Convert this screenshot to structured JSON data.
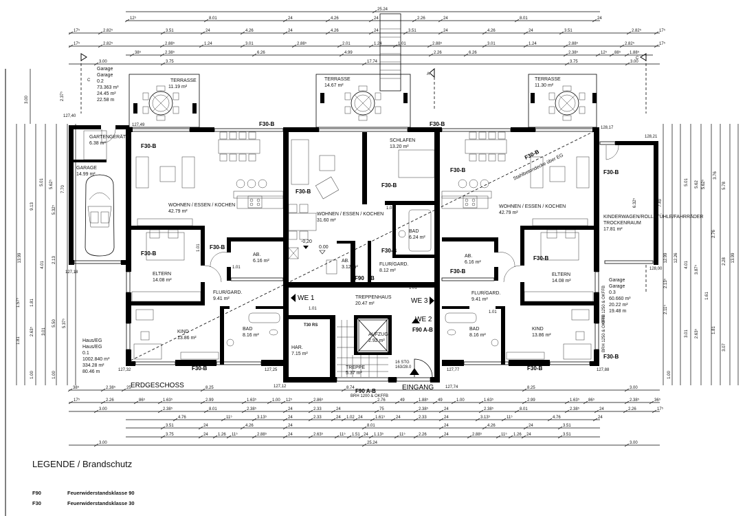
{
  "plan": {
    "floor_title": "ERDGESCHOSS",
    "entrance": "EINGANG",
    "slab_note": "Stahlbetondecke über EG",
    "window_note": "BRH 1200 & OKFFB",
    "window_note_right": "BRH 1250 & OKFFB"
  },
  "rooms": {
    "left_wohnen": {
      "name": "WOHNEN / ESSEN / KOCHEN",
      "area": "42.79 m²"
    },
    "left_eltern": {
      "name": "ELTERN",
      "area": "14.08 m²"
    },
    "left_ab": {
      "name": "AB.",
      "area": "6.16 m²"
    },
    "left_flur": {
      "name": "FLUR/GARD.",
      "area": "9.41 m²"
    },
    "left_kind": {
      "name": "KIND",
      "area": "13.86 m²"
    },
    "left_bad": {
      "name": "BAD",
      "area": "8.16 m²"
    },
    "center_schlafen": {
      "name": "SCHLAFEN",
      "area": "13.20 m²"
    },
    "center_wohnen": {
      "name": "WOHNEN / ESSEN / KOCHEN",
      "area": "31.60 m²"
    },
    "center_bad": {
      "name": "BAD",
      "area": "6.24 m²"
    },
    "center_ab": {
      "name": "AB.",
      "area": "3.12 m²"
    },
    "center_flur": {
      "name": "FLUR/GARD.",
      "area": "8.12 m²"
    },
    "treppenhaus": {
      "name": "TREPPENHAUS",
      "area": "20.47 m²"
    },
    "har": {
      "name": "HAR.",
      "area": "7.15 m²"
    },
    "aufzug": {
      "name": "AUFZUG",
      "area": "2.92 m²"
    },
    "treppe": {
      "name": "TREPPE",
      "area": "5.37 m²"
    },
    "right_wohnen": {
      "name": "WOHNEN / ESSEN / KOCHEN",
      "area": "42.79 m²"
    },
    "right_ab": {
      "name": "AB.",
      "area": "6.16 m²"
    },
    "right_eltern": {
      "name": "ELTERN",
      "area": "14.08 m²"
    },
    "right_flur": {
      "name": "FLUR/GARD.",
      "area": "9.41 m²"
    },
    "right_bad": {
      "name": "BAD",
      "area": "8.16 m²"
    },
    "right_kind": {
      "name": "KIND",
      "area": "13.86 m²"
    },
    "gartengeraete": {
      "name": "GARTENGERÄTE",
      "area": "6.38 m²"
    },
    "garage": {
      "name": "GARAGE",
      "area": "14.99 m²"
    },
    "kinderwagen": {
      "name": "KINDERWAGEN/ROLLSTÜHLE/FAHRRÄDER",
      "name2": "TROCKENRAUM",
      "area": "17.81 m²"
    },
    "terrasse_left": {
      "name": "TERRASSE",
      "area": "11.19 m²"
    },
    "terrasse_center": {
      "name": "TERRASSE",
      "area": "14.67 m²"
    },
    "terrasse_right": {
      "name": "TERRASSE",
      "area": "11.30 m²"
    }
  },
  "units": {
    "we1": "WE 1",
    "we2": "WE 2",
    "we3": "WE 3"
  },
  "stairs": {
    "steps": "16 STG",
    "ratio": "163/28.0",
    "door": "T30 RS"
  },
  "levels": {
    "l1": "127,40",
    "l2": "127,49",
    "l3": "127,18",
    "l4": "127,32",
    "l5": "127,25",
    "l6": "127,12",
    "l7": "127,74",
    "l8": "127,77",
    "l9": "127,88",
    "l10": "128,17",
    "l11": "128,21",
    "l12": "128,00",
    "h1": "-0,20",
    "h2": "0.00"
  },
  "info_blocks": {
    "garage_left": [
      "Garage",
      "Garage",
      "0.2",
      "73.363 m³",
      "24.45 m²",
      "22.58 m"
    ],
    "garage_right": [
      "Garage",
      "Garage",
      "0.3",
      "60.660 m³",
      "20.22 m²",
      "19.48 m"
    ],
    "haus": [
      "Haus/EG",
      "Haus/EG",
      "0.1",
      "1002.840 m³",
      "334.28 m²",
      "80.46 m"
    ]
  },
  "fire_labels": {
    "f30b": "F30-B",
    "f90ab": "F90  A-B",
    "f90": "F90",
    "b": "B"
  },
  "door_width": "1.01",
  "section_marks": {
    "c": "C",
    "a": "A"
  },
  "dimensions": {
    "top": [
      [
        "25.24"
      ],
      [
        "12⁵",
        "8.01",
        "24",
        "4.26",
        "24",
        "2.26",
        "24",
        "8.01",
        "24"
      ],
      [
        "17⁵",
        "2.82⁵",
        "3.51",
        "24",
        "4.26",
        "24",
        "4.26",
        "24",
        "3.51",
        "24",
        "4.26",
        "24",
        "3.51",
        "2.82⁵",
        "17⁵"
      ],
      [
        "17⁵",
        "2.82⁵",
        "2.88⁵",
        "1.24",
        "3.01",
        "2.88⁵",
        "2.01",
        "1.24",
        "1.01",
        "2.88⁵",
        "3.01",
        "1.24",
        "2.88⁵",
        "2.82⁵",
        "17⁵"
      ],
      [
        "38⁵",
        "2.38⁵",
        "6.26",
        "4.99",
        "2.26",
        "6.26",
        "2.38⁵",
        "12⁵",
        "88⁵",
        "1.88⁵"
      ],
      [
        "3.00",
        "3.75",
        "17.74",
        "3.75",
        "3.00"
      ]
    ],
    "bottom": [
      [
        "38⁵",
        "2.38⁵",
        "25",
        "8.25",
        "8.74",
        "8.25",
        "3.00"
      ],
      [
        "17⁵",
        "2.26",
        "86⁵",
        "1.63⁵",
        "2.99",
        "1.63⁵",
        "1.00",
        "12⁵",
        "2.86⁵",
        "2.76",
        "49",
        "1.88⁵",
        "49",
        "1.00",
        "1.63⁵",
        "2.99",
        "1.63⁵",
        "86⁵",
        "2.38⁵",
        "36⁵"
      ],
      [
        "3.00",
        "2.38⁵",
        "8.01",
        "2.38⁵",
        "24",
        "2.33",
        "24",
        "75",
        "2.38⁵",
        "24",
        "2.38⁵",
        "8.01",
        "2.38⁵",
        "24",
        "2.26",
        "17⁵"
      ],
      [
        "4.76",
        "11⁵",
        "3.13⁵",
        "24",
        "2.33",
        "24",
        "1.02",
        "24",
        "1.61⁵",
        "24",
        "2.33",
        "24",
        "3.13⁵",
        "11⁵",
        "4.76",
        "24"
      ],
      [
        "3.51",
        "24",
        "4.26",
        "24",
        "8.01",
        "24",
        "4.26",
        "24",
        "3.51"
      ],
      [
        "3.75",
        "24",
        "1.26",
        "11⁵",
        "2.88⁵",
        "24",
        "2.63⁵",
        "11⁵",
        "1.51",
        "24",
        "1.13⁵",
        "11⁵",
        "2.26",
        "24",
        "2.88⁵",
        "11⁵",
        "1.26",
        "24",
        "3.51"
      ],
      [
        "3.00",
        "25.24",
        "3.00"
      ]
    ],
    "left": [
      "3.00",
      "2.37⁵",
      "13.99",
      "9.13",
      "5.01",
      "5.62⁵",
      "7.70",
      "5.32⁵",
      "4.01",
      "2.13",
      "5.50",
      "5.37⁵",
      "3.01",
      "2.63⁵",
      "1.57⁵",
      "1.81",
      "1.81",
      "1.00",
      "1.00"
    ],
    "right": [
      "13.99",
      "12.99",
      "12.26",
      "5.01",
      "5.62",
      "5.62⁵",
      "3.76",
      "5.78",
      "7.49",
      "6.32⁵",
      "2.76",
      "4.01",
      "3.87⁵",
      "2.28",
      "2.13⁵",
      "2.11⁵",
      "1.61",
      "3.01",
      "2.63⁵",
      "3.07",
      "1.81",
      "1.00"
    ]
  },
  "legend": {
    "title": "LEGENDE / Brandschutz",
    "items": [
      {
        "code": "F90",
        "desc": "Feuerwiderstandsklasse  90"
      },
      {
        "code": "F30",
        "desc": "Feuerwiderstandsklasse  30"
      }
    ]
  }
}
